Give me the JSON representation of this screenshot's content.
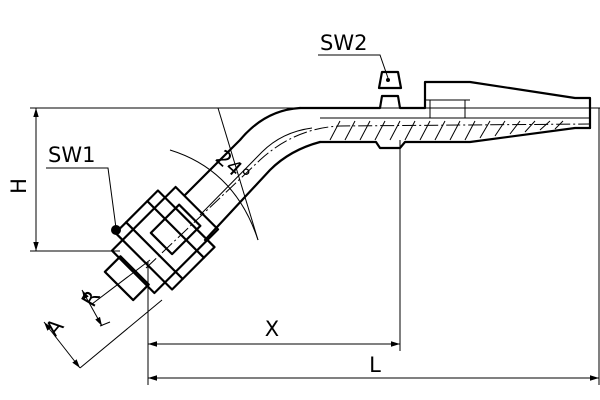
{
  "drawing": {
    "labels": {
      "sw1": "SW1",
      "sw2": "SW2",
      "h": "H",
      "r": "R",
      "a": "A",
      "x": "X",
      "l": "L",
      "angle": "24°"
    }
  }
}
